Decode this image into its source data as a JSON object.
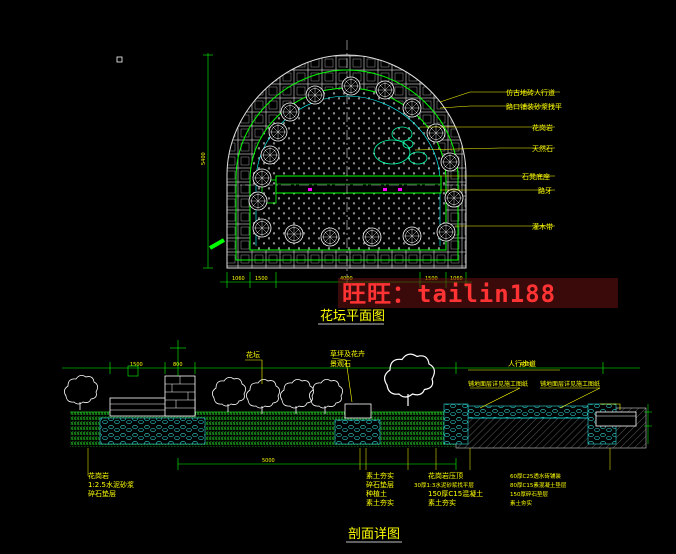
{
  "plan": {
    "title": "花坛平面图",
    "callouts": [
      "仿古地砖人行道",
      "路口铺装砂浆找平",
      "花岗岩",
      "天然石",
      "石凳底座",
      "路牙",
      "灌木带"
    ],
    "dimensions": {
      "height": "5400",
      "segments": [
        "1060",
        "1500",
        "4000",
        "1500",
        "1060"
      ]
    }
  },
  "section": {
    "title": "剖面详图",
    "top_labels": [
      "花坛",
      "草坪及花卉",
      "景观石",
      "人行步道"
    ],
    "notes": [
      "铺地面层详见施工图纸",
      "铺地面层详见施工图纸"
    ],
    "bottom_left": [
      "花岗岩",
      "1:2.5水泥砂浆",
      "碎石垫层"
    ],
    "bottom_mid1": [
      "素土夯实",
      "碎石垫层",
      "种植土",
      "素土夯实"
    ],
    "bottom_mid2": [
      "花岗岩压顶",
      "30厚1:3水泥砂浆找平层",
      "150厚C15混凝土",
      "素土夯实"
    ],
    "bottom_right": [
      "60厚C25透水砖铺装",
      "80厚C15素混凝土垫层",
      "150厚碎石垫层",
      "素土夯实"
    ],
    "dimensions": {
      "top": [
        "1500",
        "800",
        "4000"
      ],
      "bottom": "5000"
    }
  },
  "watermark": "旺旺：tailin188"
}
